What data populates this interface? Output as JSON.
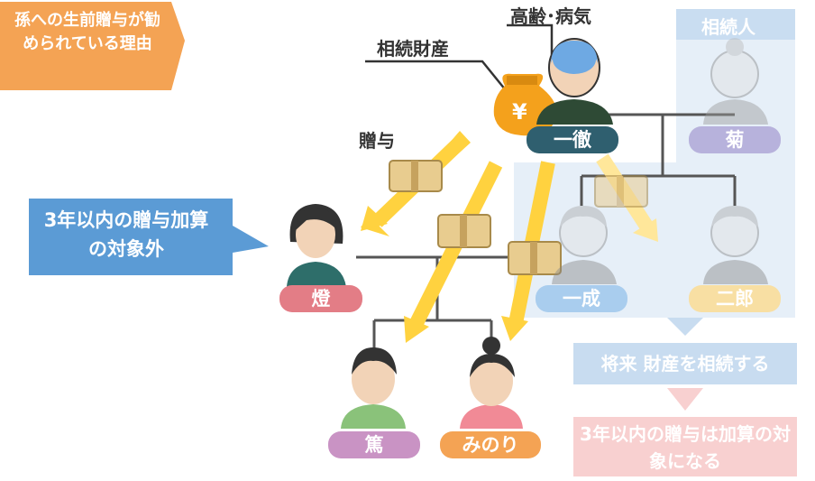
{
  "header": {
    "title": "孫への生前贈与が勧められている理由",
    "color": "#f4a354"
  },
  "callout": {
    "text": "3年以内の贈与加算の対象外",
    "color": "#5b9bd5"
  },
  "labels": {
    "assets": "相続財産",
    "gift": "贈与",
    "status": "高齢･病気",
    "heirs": "相続人",
    "yen": "¥"
  },
  "people": {
    "grandfather": {
      "name": "一徹",
      "color": "#2f5f6f"
    },
    "grandmother": {
      "name": "菊",
      "color": "#b7b2dc"
    },
    "daughter_in_law": {
      "name": "燈",
      "color": "#e37d86"
    },
    "son1": {
      "name": "一成",
      "color": "#a9cdee"
    },
    "son2": {
      "name": "二郎",
      "color": "#f8dfa3"
    },
    "grandchild1": {
      "name": "篤",
      "color": "#c993c4"
    },
    "grandchild2": {
      "name": "みのり",
      "color": "#f4a354"
    }
  },
  "flow": {
    "step1": "将来 財産を相続する",
    "step2": "3年以内の贈与は加算の対象になる",
    "step1_color": "#c8dcf0",
    "step2_color": "#f8d0d0"
  }
}
